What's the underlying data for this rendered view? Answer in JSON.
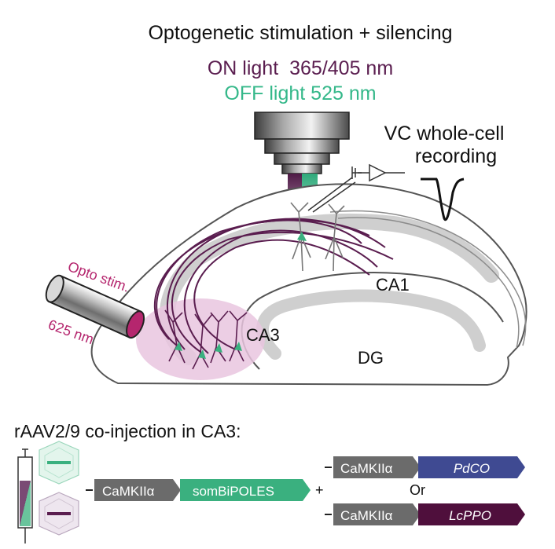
{
  "title": "Optogenetic stimulation + silencing",
  "on_light": {
    "label": "ON light",
    "wavelength": "365/405 nm"
  },
  "off_light": "OFF light 525 nm",
  "recording": {
    "line1": "VC whole-cell",
    "line2": "recording"
  },
  "opto_stim": {
    "line1": "Opto stim.",
    "line2": "625 nm"
  },
  "regions": {
    "ca1": "CA1",
    "ca3": "CA3",
    "dg": "DG"
  },
  "injection_title": "rAAV2/9 co-injection in CA3:",
  "constructs": {
    "main_promoter": "CaMKIIα",
    "main_gene": "somBiPOLES",
    "plus": "+",
    "option1_promoter": "CaMKIIα",
    "option1_gene": "PdCO",
    "or": "Or",
    "option2_promoter": "CaMKIIα",
    "option2_gene": "LcPPO"
  },
  "colors": {
    "on_light": "#5a1d4f",
    "off_light": "#35b88a",
    "opto_stim": "#b5266e",
    "promoter": "#6b6b6b",
    "sombipoles": "#3ab07f",
    "pdco": "#3f4a92",
    "lcppo": "#4f0f3c",
    "ca3_region": "#e9c6df"
  }
}
